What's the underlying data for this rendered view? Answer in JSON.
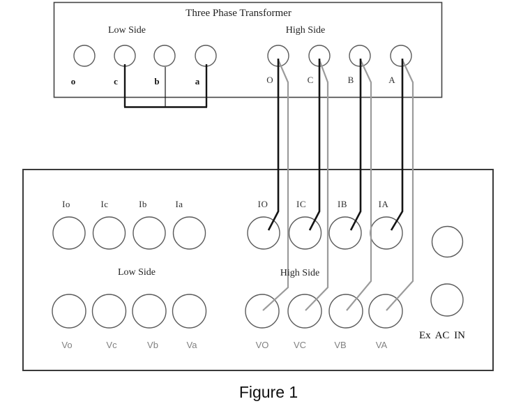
{
  "figure_caption": "Figure 1",
  "transformer": {
    "title": "Three Phase Transformer",
    "low_side_label": "Low Side",
    "high_side_label": "High Side",
    "low_terminals": [
      "o",
      "c",
      "b",
      "a"
    ],
    "high_terminals": [
      "O",
      "C",
      "B",
      "A"
    ]
  },
  "tester": {
    "low_side_label": "Low Side",
    "high_side_label": "High Side",
    "low_current_terminals": [
      "Io",
      "Ic",
      "Ib",
      "Ia"
    ],
    "high_current_terminals": [
      "IO",
      "IC",
      "IB",
      "IA"
    ],
    "low_voltage_terminals": [
      "Vo",
      "Vc",
      "Vb",
      "Va"
    ],
    "high_voltage_terminals": [
      "VO",
      "VC",
      "VB",
      "VA"
    ],
    "ex_ac_in_label": "Ex AC IN"
  },
  "connections": {
    "low_side_short": [
      "c",
      "b",
      "a"
    ],
    "current_wires": [
      {
        "from": "O",
        "to": "IO"
      },
      {
        "from": "C",
        "to": "IC"
      },
      {
        "from": "B",
        "to": "IB"
      },
      {
        "from": "A",
        "to": "IA"
      }
    ],
    "voltage_wires": [
      {
        "from": "O",
        "to": "VO"
      },
      {
        "from": "C",
        "to": "VC"
      },
      {
        "from": "B",
        "to": "VB"
      },
      {
        "from": "A",
        "to": "VA"
      }
    ]
  },
  "colors": {
    "current_wire": "#141414",
    "voltage_wire": "#9b9b9b",
    "outline": "#444444",
    "terminal_stroke": "#5a5a5a"
  }
}
